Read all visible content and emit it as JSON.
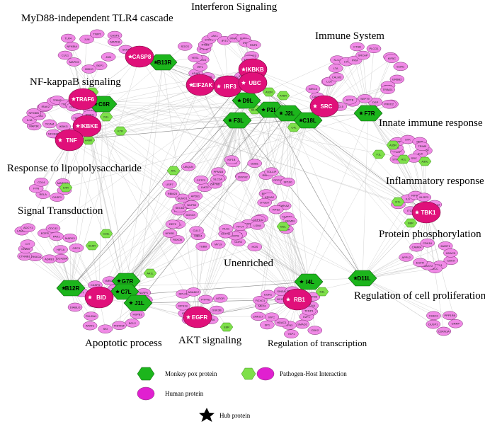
{
  "colors": {
    "human_protein": "#f08ae6",
    "human_protein_stroke": "#7a2b70",
    "hub_human": "#e0107a",
    "monkeypox_protein": "#1cb51c",
    "monkeypox_stroke": "#0a5a0a",
    "interaction_small": "#7ee04a",
    "edge": "#b5b5b5",
    "edge_dark": "#555555",
    "hub_star": "#ffffff"
  },
  "cluster_titles": [
    "MyD88-independent TLR4 cascade",
    "Interferon Signaling",
    "Immune System",
    "NF-kappaB signaling",
    "Innate immune response",
    "Response to lipopolysaccharide",
    "Inflammatory response",
    "Signal Transduction",
    "Protein phosphorylation",
    "Unenriched",
    "Regulation of cell proliferation",
    "Apoptotic process",
    "AKT signaling",
    "Regulation of transcription"
  ],
  "hub_labels": {
    "casp8": "CASP8",
    "eif2ak": "EIF2AK",
    "ikbkb": "IKBKB",
    "irf3": "IRF3",
    "ubc": "UBC",
    "traf6": "TRAF6",
    "ikbke": "IKBKE",
    "tnf": "TNF",
    "src": "SRC",
    "tbk1": "TBK1",
    "bid": "BID",
    "egfr": "EGFR",
    "rb1": "RB1"
  },
  "hex_labels": {
    "b13r": "B13R",
    "c6r": "C6R",
    "d9l": "D9L",
    "p2l": "P2L",
    "f3l": "F3L",
    "j2l": "J2L",
    "c18l": "C18L",
    "f7r": "F7R",
    "g7r": "G7R",
    "b12r": "B12R",
    "c7l": "C7L",
    "j1l": "J1L",
    "i4l": "I4L",
    "d11l": "D11L"
  },
  "node_labels": {
    "myd": [
      "SKP1",
      "JUN",
      "SKP1",
      "IKBKG",
      "MAPK3",
      "CUL1",
      "NFKBIA",
      "TLR4",
      "JUN",
      "TNIP1",
      "CASP1",
      "MAPK8"
    ],
    "ifn": [
      "RIPK1",
      "IFNAR1",
      "FCGR",
      "IRF7",
      "IFNG",
      "MAVS",
      "HLA-B",
      "EIF2S2",
      "ISG15",
      "CALM1",
      "ADAR",
      "IRF1",
      "IKBKG",
      "YES1",
      "SOCS",
      "PTPN1",
      "IFNB1",
      "STAT1",
      "JAK1",
      "IFIT1",
      "IFNAR1",
      "IFIT3",
      "IRF9",
      "RNF5",
      "TRAF3",
      "HSPA5"
    ],
    "imm": [
      "RNF7",
      "TRIM21",
      "MAP2K",
      "PRKD2",
      "DSP",
      "SEPT9",
      "LMO7",
      "ACTB",
      "CCL5",
      "PRKCB",
      "CAMK2",
      "BIRC3",
      "CFD",
      "LCK",
      "CALM3",
      "LTA",
      "KLC2",
      "LYN",
      "PKM",
      "CTSB",
      "SRCAP",
      "PLCG1",
      "LTA",
      "KIF5C",
      "EGR1",
      "ERBB2"
    ],
    "nfkb": [
      "TICAM1",
      "IL1R",
      "NFKB2",
      "CTNNB1",
      "IKBKG",
      "IL1RN",
      "NFKBIA",
      "TICAM",
      "MAP3K",
      "IL18",
      "NFKB1",
      "NFKBIB",
      "IRAK1",
      "IRAK2",
      "TAB1",
      "TRIM2",
      "TNFRS",
      "TRADD",
      "CHUK",
      "TAB2",
      "IKBKG"
    ],
    "innate": [
      "OTOF",
      "SLK",
      "SRC",
      "STMN1",
      "PNKP",
      "C4B",
      "GFAP",
      "SYK",
      "IRF9",
      "TRIM5"
    ],
    "lps": [
      "TLR4",
      "CASP1",
      "RELA",
      "FYN",
      "CD14",
      "MAP2K3"
    ],
    "infl": [
      "CXCL12",
      "CCL3",
      "ITCH",
      "XCL1",
      "IL6",
      "RIPK1",
      "NLRP3"
    ],
    "sig": [
      "OPC1",
      "HIF1A",
      "CDC42BP",
      "ADRB1",
      "PRKACA",
      "CTNNB1",
      "GNAI1",
      "CIT",
      "LAMC2",
      "ADCY1",
      "EGFR",
      "CDC42",
      "PAK1",
      "MAPK3"
    ],
    "phos": [
      "CDK9",
      "TK1",
      "MCC",
      "MAST2",
      "EGFR",
      "APPL2",
      "CAMK4",
      "CDK16",
      "MAST1",
      "HDAC5"
    ],
    "apo": [
      "BAX",
      "HSPB1",
      "BCL2",
      "TNFRSF",
      "SKI",
      "APAF1",
      "PHLDA1",
      "DIABLO",
      "BAD",
      "HTT",
      "CASP3",
      "BIRC2",
      "TP53",
      "BAK1",
      "NLRP1",
      "CASP9"
    ],
    "akt": [
      "GSK3B",
      "RPS6",
      "AKT1",
      "PDK1",
      "IRS1",
      "RPS19",
      "RPL21",
      "ADAM17",
      "PTPN1",
      "MTOR"
    ],
    "trans": [
      "EP300",
      "E2F1",
      "CDK2",
      "SMAD2",
      "YAP1",
      "TP53",
      "HDAC1",
      "SP1",
      "MYC",
      "ZNF217",
      "MED1",
      "FOXO1",
      "EGR1",
      "NCOR1",
      "SIN3A",
      "PRPF40",
      "ETS1",
      "KAT2B",
      "PCNA",
      "TFDP1"
    ],
    "prolif": [
      "GRRP",
      "CDKN1A",
      "DUSP1",
      "CHEK1",
      "PPP1R8"
    ],
    "unen": [
      "NUDT1",
      "GEMIN",
      "RPL5",
      "CEP152",
      "FLNA",
      "ATXN1",
      "LSM4",
      "HGS",
      "VIM",
      "RPL4",
      "CDR2",
      "KRT8",
      "ACTN1",
      "PLS1",
      "MYL9",
      "TUBB",
      "MBD4",
      "CUL3",
      "FBXO6",
      "NFKB1",
      "PIM1",
      "DDX3X",
      "EEF2",
      "HSPA9",
      "SEC61",
      "TRAF4",
      "NUP50",
      "SUMO1",
      "RBM23",
      "AP2B1",
      "USP7",
      "LMO2",
      "CSTF2",
      "UBQLN",
      "ZMYND",
      "LRRC1",
      "PPM1B",
      "SLC2A",
      "NRAS",
      "KIF1B",
      "TTN",
      "ZMYM2",
      "DDB1",
      "RNF7",
      "TOLLIP",
      "PPP2R1",
      "SP100",
      "ERGIC",
      "KPNA2",
      "OTUD7",
      "YWHAZ",
      "RPS2"
    ],
    "mpx_small": [
      "E3L",
      "N1L",
      "K7R",
      "A49R",
      "A52R",
      "A46R",
      "B14R",
      "C4L",
      "A35R",
      "H1L",
      "A30L",
      "F1L",
      "A7L",
      "E4R",
      "B8R",
      "D7L",
      "M2L",
      "C16L",
      "B15R",
      "A41L",
      "E8R",
      "K3L"
    ]
  },
  "legend": {
    "monkeypox": "Monkey pox protein",
    "human": "Human protein",
    "pathogen_host": "Pathogen-Host Interaction",
    "hub": "Hub protein"
  }
}
